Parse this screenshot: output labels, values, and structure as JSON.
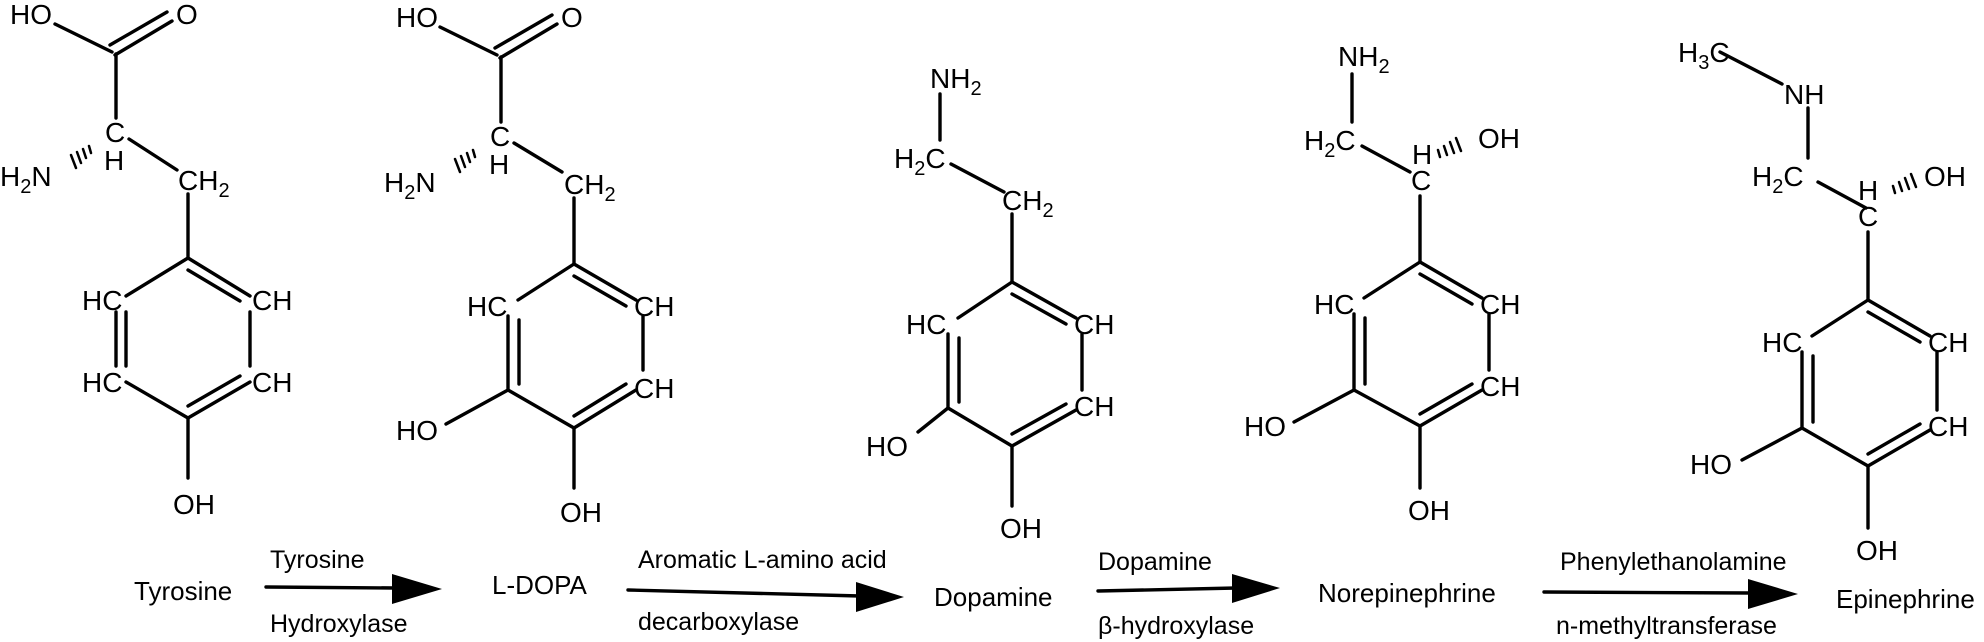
{
  "pathway": [
    {
      "name": "Tyrosine"
    },
    {
      "name": "L-DOPA"
    },
    {
      "name": "Dopamine"
    },
    {
      "name": "Norepinephrine"
    },
    {
      "name": "Epinephrine"
    }
  ],
  "enzymes": [
    {
      "line1": "Tyrosine",
      "line2": "Hydroxylase"
    },
    {
      "line1": "Aromatic L-amino acid",
      "line2": "decarboxylase"
    },
    {
      "line1": "Dopamine",
      "line2": "β-hydroxylase"
    },
    {
      "line1": "Phenylethanolamine",
      "line2": "n-methyltransferase"
    }
  ],
  "atoms": {
    "HO": "HO",
    "O": "O",
    "C": "C",
    "H": "H",
    "N": "N",
    "NH": "NH",
    "OH": "OH",
    "HC": "HC",
    "CH": "CH",
    "subs": {
      "two": "2",
      "three": "3"
    }
  }
}
